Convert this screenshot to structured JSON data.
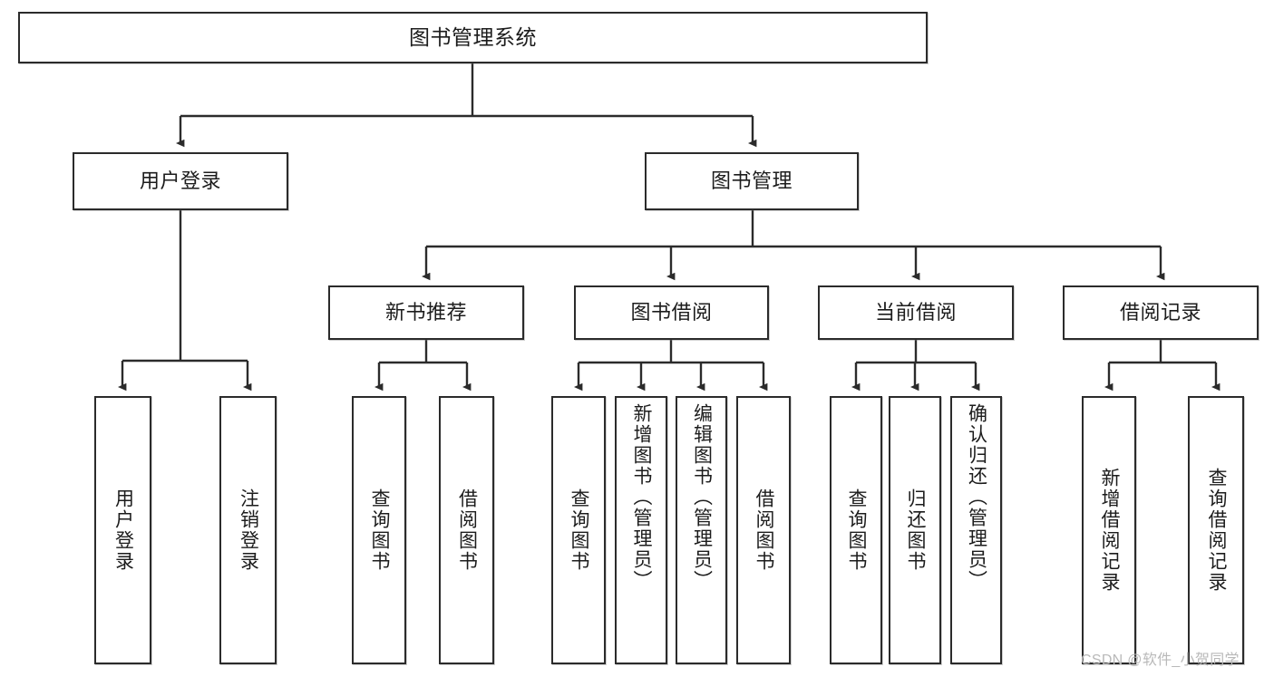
{
  "diagram": {
    "type": "tree-hierarchy",
    "title": "图书管理系统",
    "watermark": "CSDN @软件_小贺同学",
    "colors": {
      "border": "#2b2b2b",
      "background": "#ffffff",
      "text": "#1c1c1c",
      "edge": "#2b2b2b",
      "watermark": "#b9b9b9"
    },
    "nodes": {
      "root": {
        "label": "图书管理系统"
      },
      "level2": [
        {
          "id": "user-login",
          "label": "用户登录"
        },
        {
          "id": "book-management",
          "label": "图书管理"
        }
      ],
      "level3": [
        {
          "id": "new-book-recommend",
          "label": "新书推荐"
        },
        {
          "id": "book-borrow",
          "label": "图书借阅"
        },
        {
          "id": "current-borrow",
          "label": "当前借阅"
        },
        {
          "id": "borrow-record",
          "label": "借阅记录"
        }
      ],
      "leaves": {
        "user-login": [
          {
            "id": "leaf-user-login",
            "label": "用户登录"
          },
          {
            "id": "leaf-logout",
            "label": "注销登录"
          }
        ],
        "new-book-recommend": [
          {
            "id": "leaf-query-book-1",
            "label": "查询图书"
          },
          {
            "id": "leaf-borrow-book-1",
            "label": "借阅图书"
          }
        ],
        "book-borrow": [
          {
            "id": "leaf-query-book-2",
            "label": "查询图书"
          },
          {
            "id": "leaf-add-book",
            "label": "新增图书（管理员）"
          },
          {
            "id": "leaf-edit-book",
            "label": "编辑图书（管理员）"
          },
          {
            "id": "leaf-borrow-book-2",
            "label": "借阅图书"
          }
        ],
        "current-borrow": [
          {
            "id": "leaf-query-book-3",
            "label": "查询图书"
          },
          {
            "id": "leaf-return-book",
            "label": "归还图书"
          },
          {
            "id": "leaf-confirm-return",
            "label": "确认归还（管理员）"
          }
        ],
        "borrow-record": [
          {
            "id": "leaf-add-record",
            "label": "新增借阅记录"
          },
          {
            "id": "leaf-query-record",
            "label": "查询借阅记录"
          }
        ]
      }
    }
  }
}
